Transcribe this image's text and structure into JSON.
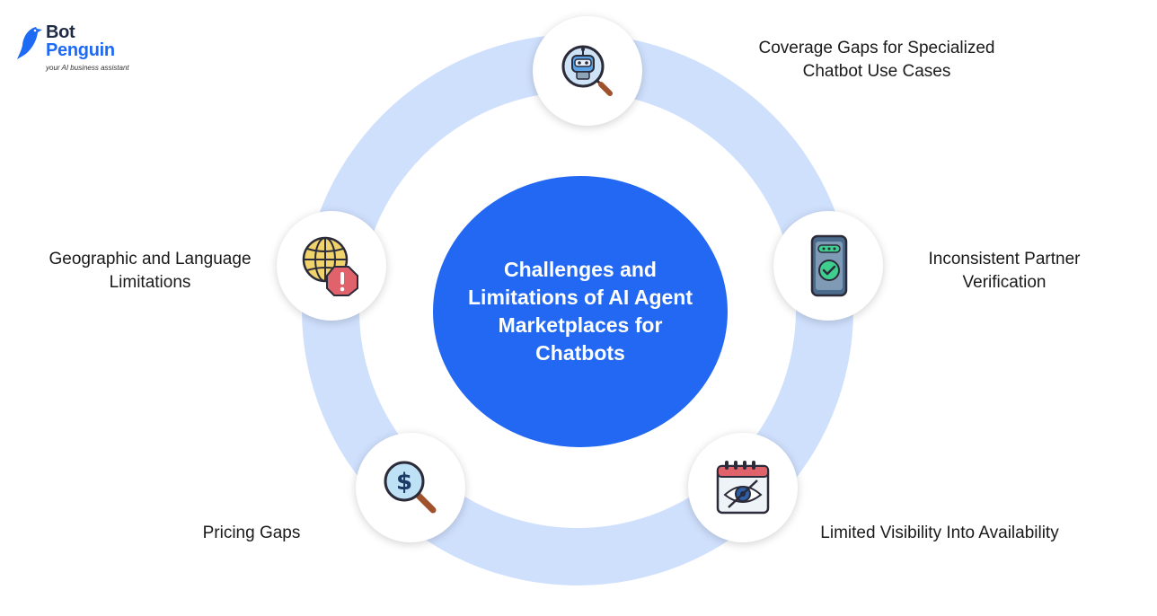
{
  "brand": {
    "line1": "Bot",
    "line2": "Penguin",
    "tagline": "your AI business assistant",
    "colors": {
      "dark": "#1f2a44",
      "accent": "#1d6af5"
    }
  },
  "diagram": {
    "center_title": "Challenges and Limitations of AI Agent Marketplaces for Chatbots",
    "colors": {
      "ring": "#cfe0fd",
      "center": "#2268f2"
    },
    "items": [
      {
        "label": "Coverage Gaps for Specialized Chatbot Use Cases",
        "icon": "robot-magnifier-icon"
      },
      {
        "label": "Inconsistent Partner Verification",
        "icon": "phone-check-icon"
      },
      {
        "label": "Limited Visibility Into Availability",
        "icon": "calendar-eye-icon"
      },
      {
        "label": "Pricing Gaps",
        "icon": "dollar-magnifier-icon"
      },
      {
        "label": "Geographic and Language Limitations",
        "icon": "globe-alert-icon"
      }
    ]
  }
}
